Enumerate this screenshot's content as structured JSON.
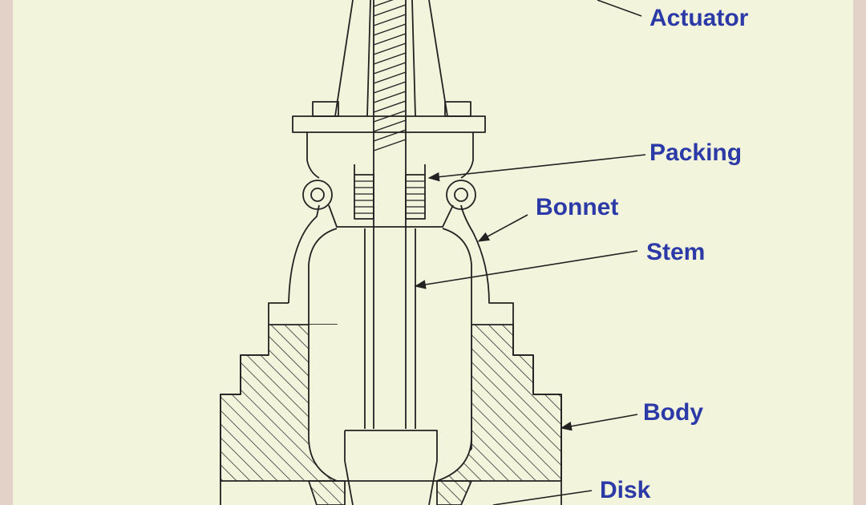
{
  "colors": {
    "background": "#f3f4dc",
    "frame": "#e2d2c8",
    "line": "#222222",
    "label": "#2b3aa6"
  },
  "labels": {
    "actuator": "Actuator",
    "packing": "Packing",
    "bonnet": "Bonnet",
    "stem": "Stem",
    "body": "Body",
    "disk": "Disk"
  }
}
